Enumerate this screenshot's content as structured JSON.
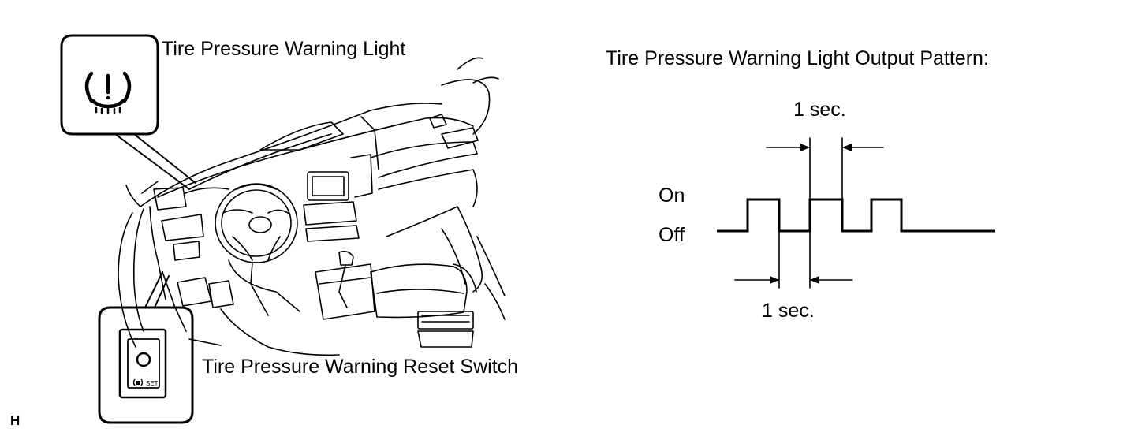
{
  "labels": {
    "warning_light": "Tire Pressure Warning Light",
    "reset_switch": "Tire Pressure Warning Reset Switch",
    "corner_mark": "H"
  },
  "reset_switch_legend": "SET",
  "pattern": {
    "title": "Tire Pressure Warning Light Output Pattern:",
    "on_label": "On",
    "off_label": "Off",
    "top_interval": "1 sec.",
    "bottom_interval": "1 sec."
  },
  "icons": [
    "tire-pressure-warning-icon",
    "tire-pressure-set-icon"
  ]
}
